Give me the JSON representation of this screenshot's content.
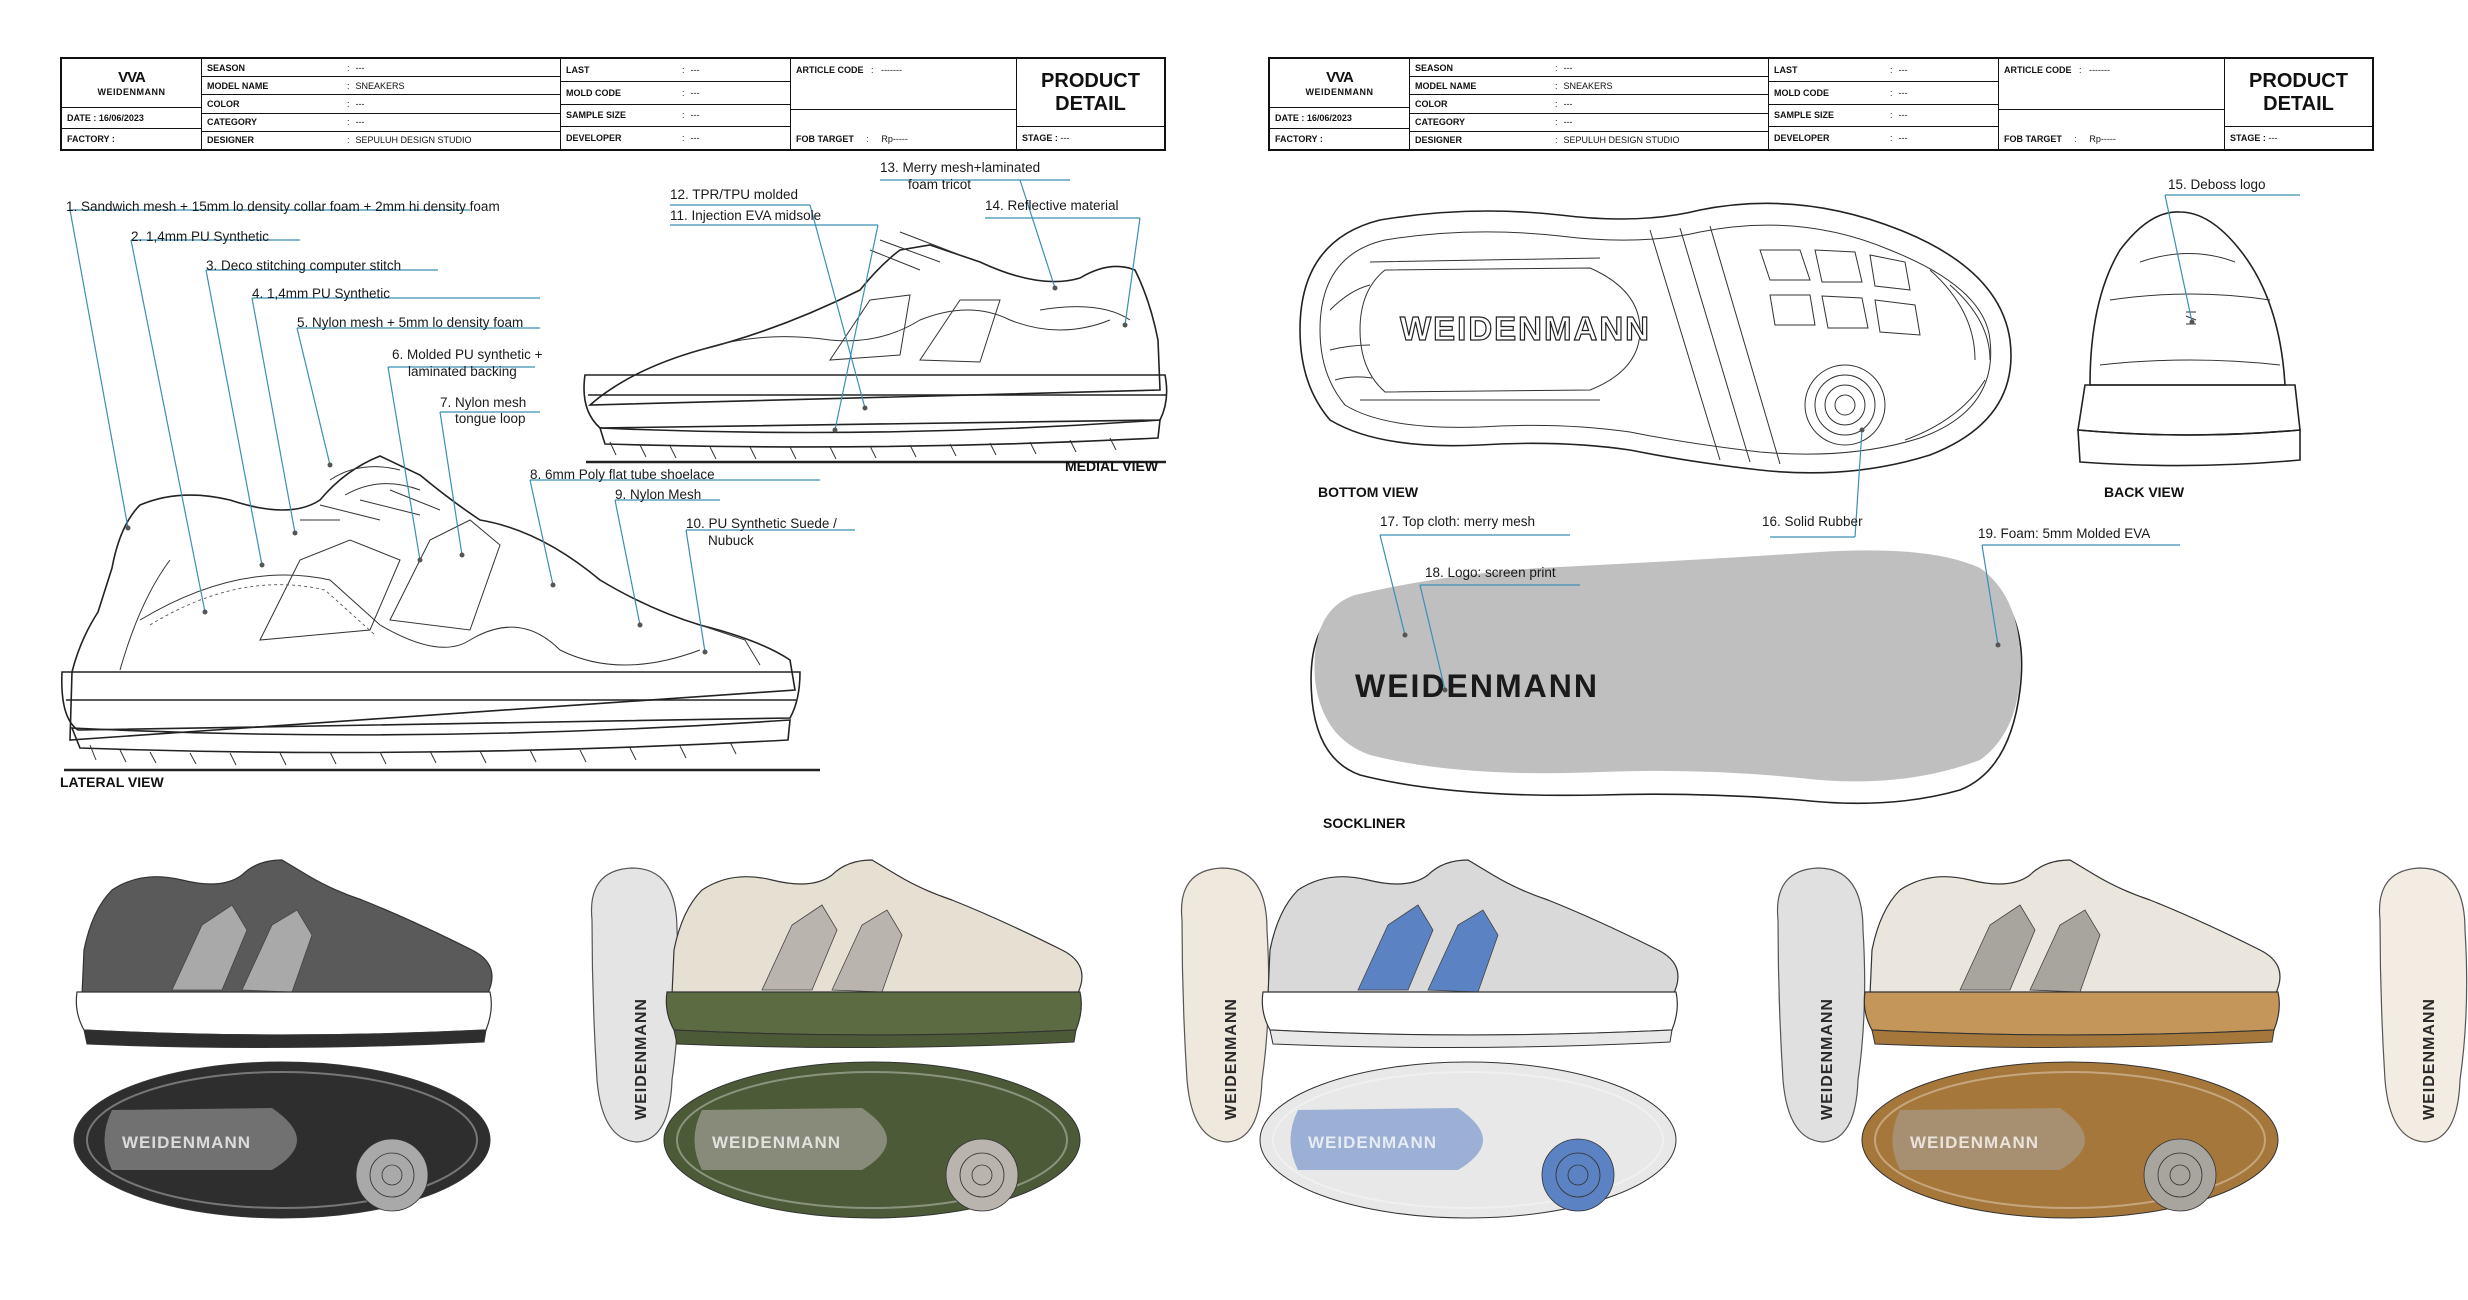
{
  "header": {
    "brand_mark": "VVA",
    "brand_name": "WEIDENMANN",
    "date_label": "DATE :",
    "date_value": "16/06/2023",
    "factory_label": "FACTORY :",
    "fields_left": [
      {
        "key": "SEASON",
        "value": "---"
      },
      {
        "key": "MODEL NAME",
        "value": "SNEAKERS"
      },
      {
        "key": "COLOR",
        "value": "---"
      },
      {
        "key": "CATEGORY",
        "value": "---"
      },
      {
        "key": "DESIGNER",
        "value": "SEPULUH DESIGN STUDIO"
      }
    ],
    "fields_mid": [
      {
        "key": "LAST",
        "value": "---"
      },
      {
        "key": "MOLD CODE",
        "value": "---"
      },
      {
        "key": "SAMPLE SIZE",
        "value": "---"
      },
      {
        "key": "DEVELOPER",
        "value": "---"
      }
    ],
    "article_code_label": "ARTICLE CODE",
    "article_code_value": "-------",
    "fob_label": "FOB TARGET",
    "fob_value": "Rp-----",
    "title_line1": "PRODUCT",
    "title_line2": "DETAIL",
    "stage_label": "STAGE :",
    "stage_value": "---",
    "colon": ":"
  },
  "callouts": {
    "c1": "1.     Sandwich mesh + 15mm lo density collar foam  + 2mm hi density foam",
    "c2": "2. 1,4mm PU Synthetic",
    "c3": "3. Deco stitching computer stitch",
    "c4": "4. 1,4mm PU Synthetic",
    "c5": "5. Nylon mesh + 5mm lo density foam",
    "c6a": "6. Molded PU synthetic +",
    "c6b": "laminated backing",
    "c7a": "7. Nylon mesh",
    "c7b": "tongue loop",
    "c8": "8. 6mm Poly flat tube shoelace",
    "c9": "9. Nylon Mesh",
    "c10a": "10. PU Synthetic Suede /",
    "c10b": "Nubuck",
    "c11": "11. Injection EVA midsole",
    "c12": "12. TPR/TPU molded",
    "c13a": "13.  Merry mesh+laminated",
    "c13b": "foam tricot",
    "c14": "14. Reflective material",
    "c15": "15. Deboss logo",
    "c16": "16. Solid Rubber",
    "c17": "17. Top cloth: merry mesh",
    "c18": "18. Logo: screen print",
    "c19": "19. Foam: 5mm Molded EVA"
  },
  "views": {
    "lateral": "LATERAL VIEW",
    "medial": "MEDIAL VIEW",
    "bottom": "BOTTOM VIEW",
    "back": "BACK VIEW",
    "sockliner": "SOCKLINER"
  },
  "brand_print": "WEIDENMANN",
  "colorways": [
    {
      "upper": "#5a5a5a",
      "panel": "#a9a9a9",
      "sole": "#ffffff",
      "outsole": "#2e2e2e",
      "insole": "#e4e4e4"
    },
    {
      "upper": "#e6e0d3",
      "panel": "#b9b5ae",
      "sole": "#5d6b43",
      "outsole": "#4d5a38",
      "insole": "#efe8dc"
    },
    {
      "upper": "#d9d9d9",
      "panel": "#5b82c2",
      "sole": "#ffffff",
      "outsole": "#e8e8e8",
      "insole": "#e0e0e0"
    },
    {
      "upper": "#ebe6dd",
      "panel": "#a8a49e",
      "sole": "#c4965a",
      "outsole": "#a6773b",
      "insole": "#f2ece2"
    }
  ]
}
